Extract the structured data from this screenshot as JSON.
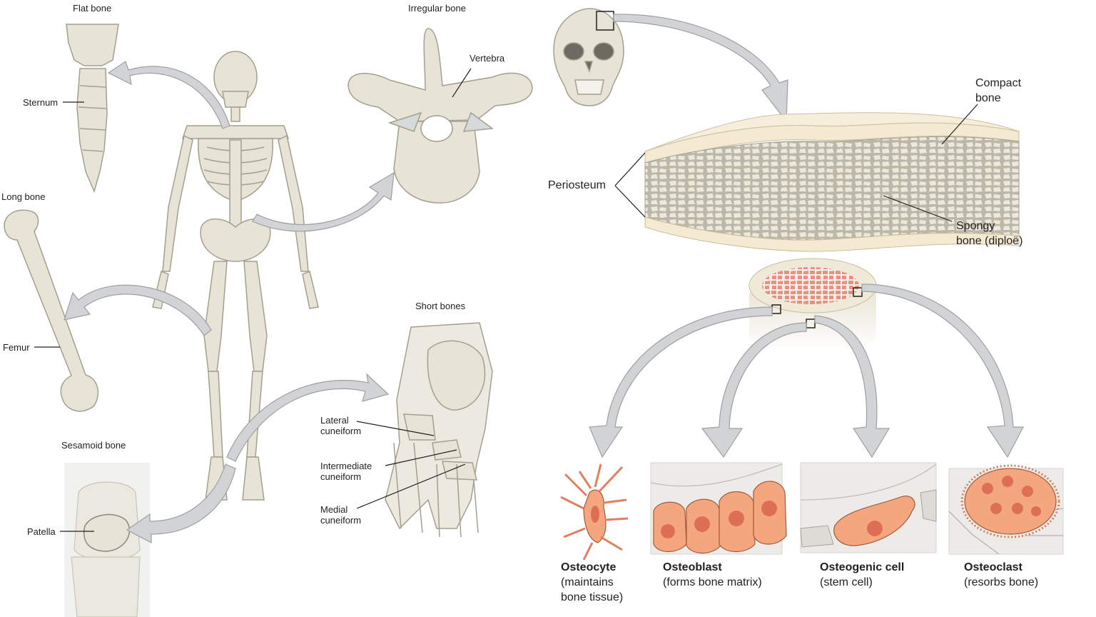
{
  "left_panel": {
    "flat_bone": {
      "title": "Flat bone",
      "label": "Sternum"
    },
    "irregular_bone": {
      "title": "Irregular bone",
      "label": "Vertebra"
    },
    "long_bone": {
      "title": "Long bone",
      "label": "Femur"
    },
    "short_bones": {
      "title": "Short bones",
      "labels": [
        [
          "Lateral",
          "cuneiform"
        ],
        [
          "Intermediate",
          "cuneiform"
        ],
        [
          "Medial",
          "cuneiform"
        ]
      ]
    },
    "sesamoid_bone": {
      "title": "Sesamoid bone",
      "label": "Patella"
    }
  },
  "right_panel": {
    "layers": {
      "compact": [
        "Compact",
        "bone"
      ],
      "periosteum": "Periosteum",
      "spongy": [
        "Spongy",
        "bone (diploë)"
      ]
    },
    "cells": [
      {
        "name": "Osteocyte",
        "desc": [
          "(maintains",
          "bone tissue)"
        ]
      },
      {
        "name": "Osteoblast",
        "desc": [
          "(forms bone matrix)"
        ]
      },
      {
        "name": "Osteogenic cell",
        "desc": [
          "(stem cell)"
        ]
      },
      {
        "name": "Osteoclast",
        "desc": [
          "(resorbs bone)"
        ]
      }
    ]
  },
  "colors": {
    "bone": "#e7e3d6",
    "bone_shade": "#cfc9b8",
    "bone_outline": "#a59f8f",
    "arrow": "#d2d3d5",
    "arrow_outline": "#9d9fa2",
    "cell": "#f4a77f",
    "nucleus": "#dd6f55",
    "compact": "#f4ead2"
  }
}
